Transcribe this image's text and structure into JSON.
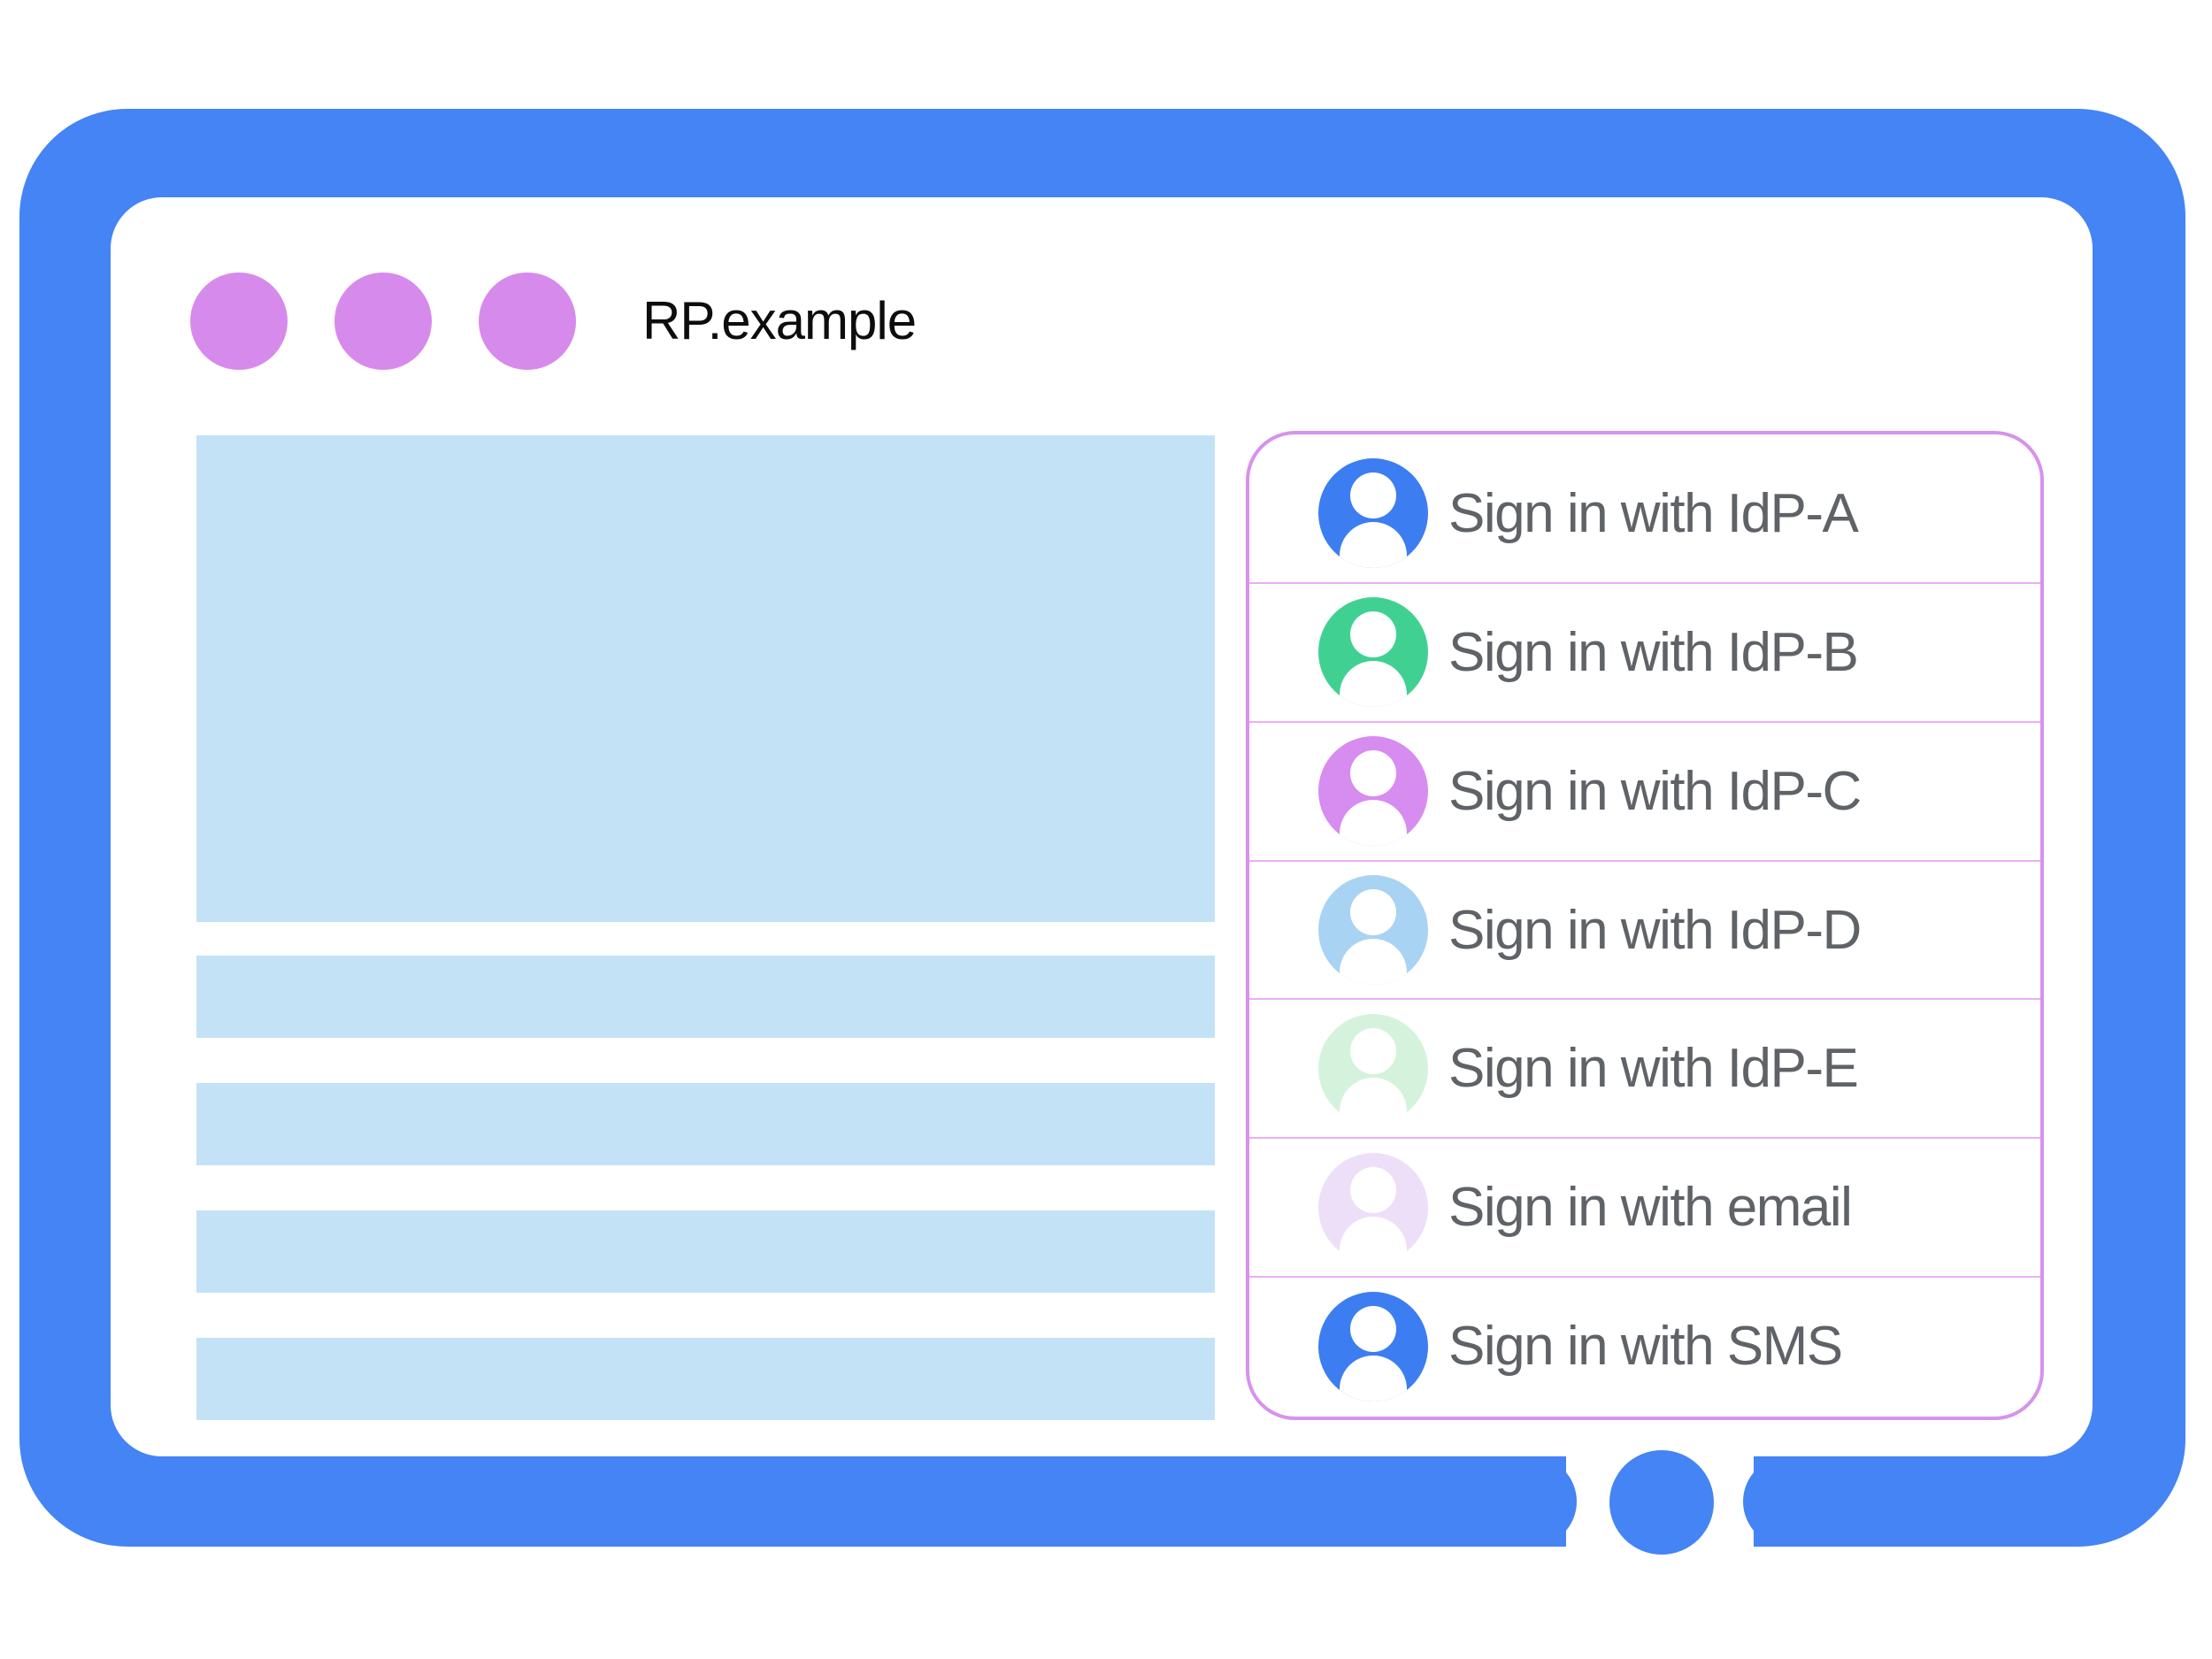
{
  "colors": {
    "frame_blue": "#4484F4",
    "placeholder_blue": "#C3E2F6",
    "window_dot_purple": "#D68BEC",
    "panel_border_pink": "#D792EC",
    "row_divider_pink": "#EBAFF2",
    "label_gray": "#5F6368",
    "title_black": "#0D0D0D"
  },
  "titlebar": {
    "title": "RP.example"
  },
  "signin_panel": {
    "items": [
      {
        "label": "Sign in with IdP-A",
        "avatar_color": "#3C7DF2"
      },
      {
        "label": "Sign in with IdP-B",
        "avatar_color": "#40D192"
      },
      {
        "label": "Sign in with IdP-C",
        "avatar_color": "#D78CEF"
      },
      {
        "label": "Sign in with IdP-D",
        "avatar_color": "#A9D3F2"
      },
      {
        "label": "Sign in with IdP-E",
        "avatar_color": "#D5F3DC"
      },
      {
        "label": "Sign in with email",
        "avatar_color": "#EEDFF8"
      },
      {
        "label": "Sign in with SMS",
        "avatar_color": "#3C7DF2"
      }
    ]
  }
}
